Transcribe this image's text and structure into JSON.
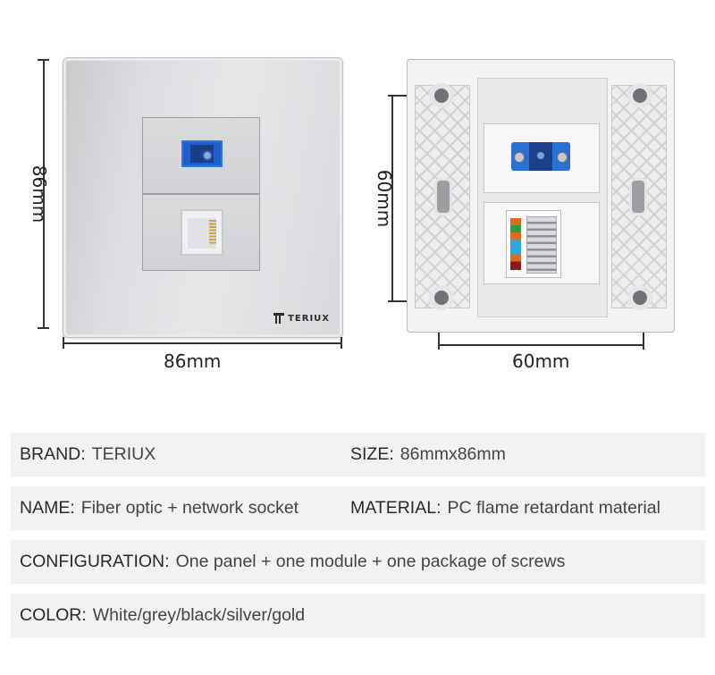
{
  "front_view": {
    "width_label": "86mm",
    "height_label": "86mm",
    "brand_logo_text": "TERIUX",
    "ports": [
      "sc-fiber-port",
      "rj45-network-port"
    ],
    "colors": {
      "panel": "#dcdde0",
      "fiber_port": "#1e5fd0"
    }
  },
  "back_view": {
    "width_label": "60mm",
    "height_label": "60mm",
    "colors": {
      "panel": "#f1f2f3",
      "fiber_adapter": "#2a6fd6"
    }
  },
  "specs": [
    {
      "key": "BRAND:",
      "value": "TERIUX"
    },
    {
      "key": "SIZE:",
      "value": "86mmx86mm"
    },
    {
      "key": "NAME:",
      "value": "Fiber optic + network socket"
    },
    {
      "key": "MATERIAL:",
      "value": "PC flame retardant material"
    },
    {
      "key": "CONFIGURATION:",
      "value": "One panel + one module + one package of screws"
    },
    {
      "key": "COLOR:",
      "value": "White/grey/black/silver/gold"
    }
  ]
}
